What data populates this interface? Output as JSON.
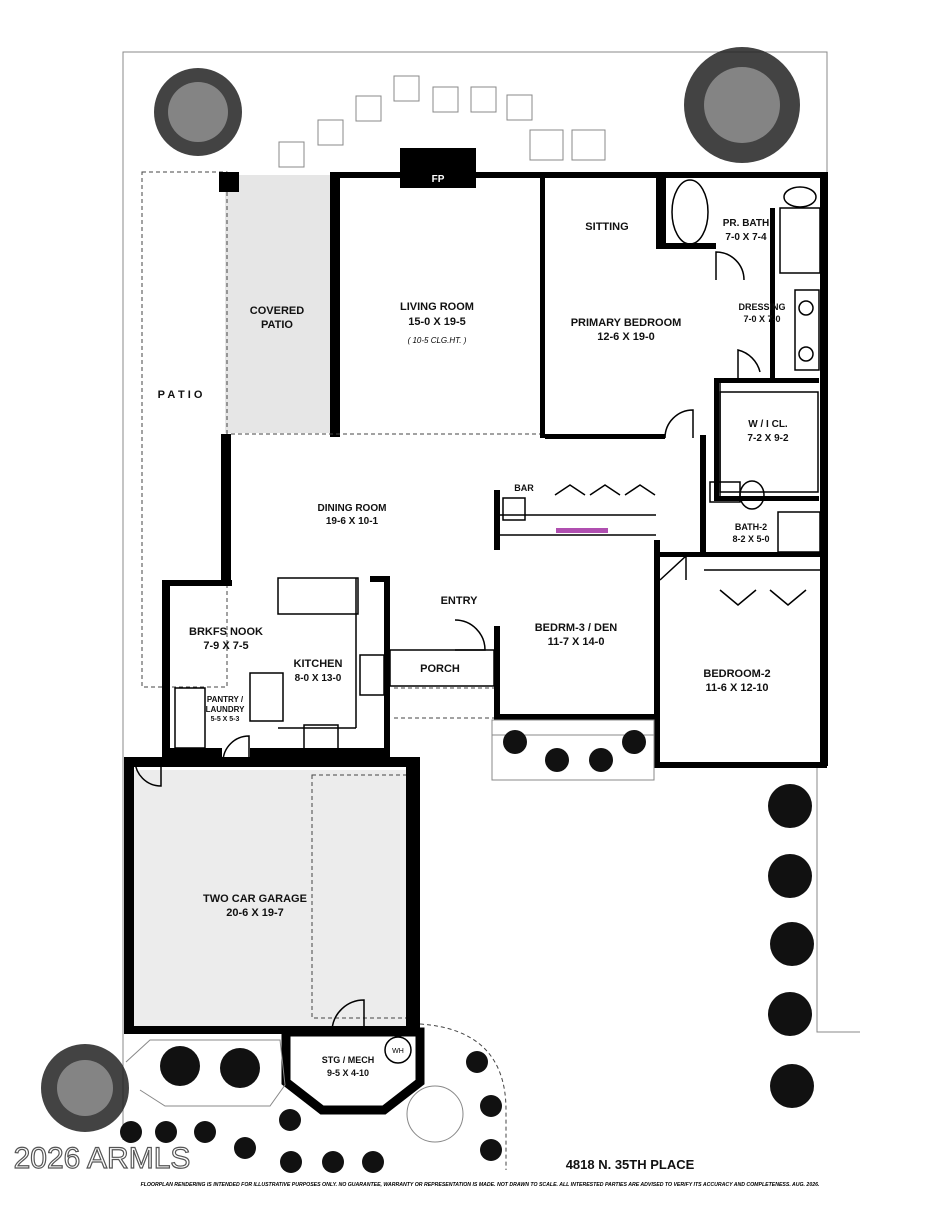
{
  "rooms": {
    "covered_patio": "COVERED\nPATIO",
    "patio": "P A T I O",
    "fireplace": "FP",
    "living": {
      "name": "LIVING ROOM",
      "size": "15-0  X  19-5",
      "note": "( 10-5 CLG.HT. )"
    },
    "sitting": "SITTING",
    "primary_bedroom": {
      "name": "PRIMARY BEDROOM",
      "size": "12-6  X  19-0"
    },
    "primary_bath": {
      "name": "PR. BATH",
      "size": "7-0  X  7-4"
    },
    "dressing": {
      "name": "DRESSING",
      "size": "7-0 X 7-0"
    },
    "walk_in_closet": {
      "name": "W / I CL.",
      "size": "7-2  X  9-2"
    },
    "dining": {
      "name": "DINING ROOM",
      "size": "19-6  X  10-1"
    },
    "bar": "BAR",
    "bath2": {
      "name": "BATH-2",
      "size": "8-2 X 5-0"
    },
    "breakfast_nook": {
      "name": "BRKFS NOOK",
      "size": "7-9  X  7-5"
    },
    "kitchen": {
      "name": "KITCHEN",
      "size": "8-0 X 13-0"
    },
    "entry": "ENTRY",
    "porch": "PORCH",
    "bedroom3": {
      "name": "BEDRM-3 / DEN",
      "size": "11-7  X  14-0"
    },
    "bedroom2": {
      "name": "BEDROOM-2",
      "size": "11-6  X  12-10"
    },
    "pantry": {
      "name": "PANTRY /\nLAUNDRY",
      "size": "5-5 X 5-3"
    },
    "garage": {
      "name": "TWO CAR GARAGE",
      "size": "20-6  X  19-7"
    },
    "storage": {
      "name": "STG / MECH",
      "size": "9-5 X 4-10"
    },
    "water_heater": "WH"
  },
  "address": "4818  N.  35TH  PLACE",
  "watermark": "2026 ARMLS",
  "disclaimer": "FLOORPLAN RENDERING IS INTENDED FOR ILLUSTRATIVE PURPOSES ONLY.  NO GUARANTEE, WARRANTY OR REPRESENTATION IS MADE.  NOT DRAWN TO SCALE.  ALL INTERESTED PARTIES ARE ADVISED TO VERIFY ITS ACCURACY AND COMPLETENESS. AUG. 2026."
}
